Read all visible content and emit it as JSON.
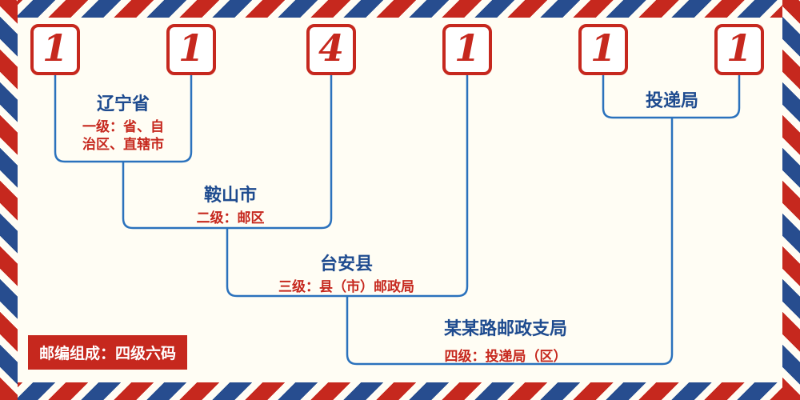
{
  "postal_code": {
    "value": "114111",
    "digits": [
      "1",
      "1",
      "4",
      "1",
      "1",
      "1"
    ]
  },
  "levels": {
    "level1": {
      "name": "辽宁省",
      "desc_line1": "一级：省、自",
      "desc_line2": "治区、直辖市"
    },
    "level2": {
      "name": "鞍山市",
      "desc": "二级：邮区"
    },
    "level3": {
      "name": "台安县",
      "desc": "三级：县（市）邮政局"
    },
    "level4": {
      "name": "某某路邮政支局",
      "desc": "四级：投递局（区）"
    },
    "delivery_office": {
      "name": "投递局"
    }
  },
  "footer": {
    "badge_text": "邮编组成：四级六码"
  },
  "colors": {
    "red": "#c6281e",
    "navy": "#1e4b8f",
    "line_blue": "#2b72bd",
    "background": "#fffdf4"
  }
}
